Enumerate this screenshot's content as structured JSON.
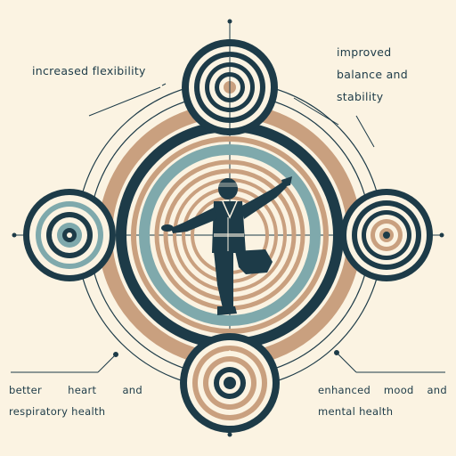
{
  "labels": {
    "top_left": "increased flexibility",
    "top_right_line1": "improved",
    "top_right_line2": "balance and",
    "top_right_line3": "stability",
    "bottom_left_w1": "better",
    "bottom_left_w2": "heart",
    "bottom_left_w3": "and",
    "bottom_left_line2": "respiratory health",
    "bottom_right_w1": "enhanced",
    "bottom_right_w2": "mood",
    "bottom_right_w3": "and",
    "bottom_right_line2": "mental health"
  },
  "colors": {
    "background": "#fbf3e2",
    "navy": "#1d3b48",
    "tan": "#c9a07f",
    "teal": "#7fa9ac"
  },
  "icons": {
    "figure": "tai-chi-figure-icon"
  }
}
